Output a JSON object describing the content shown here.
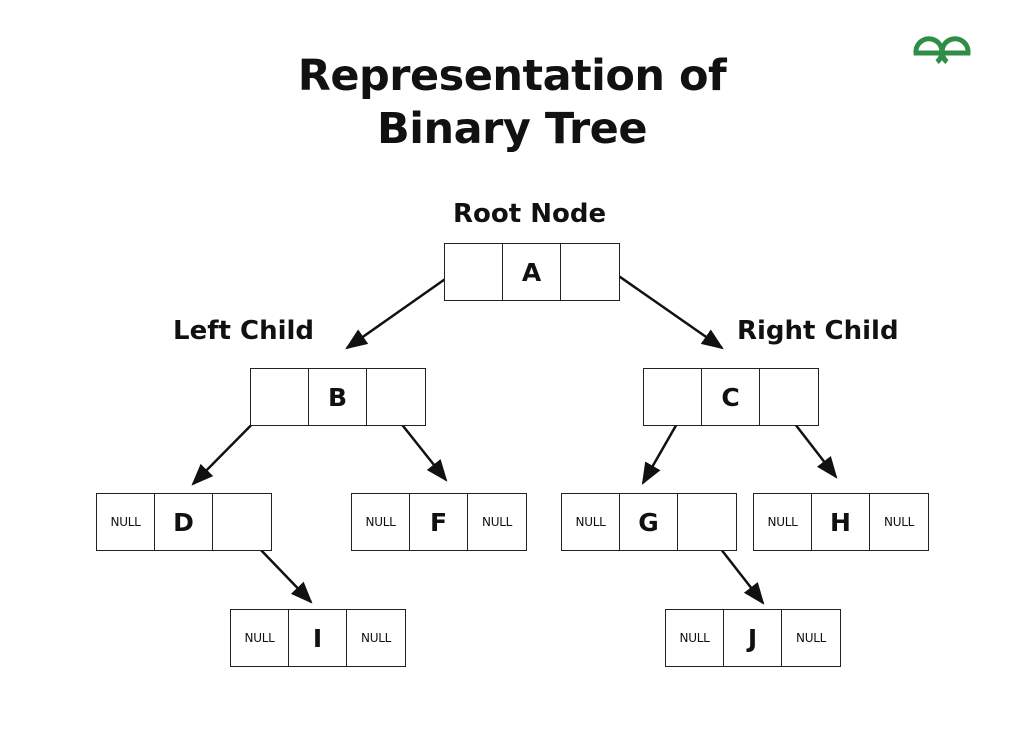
{
  "title": {
    "line1": "Representation of",
    "line2": "Binary Tree"
  },
  "logo": {
    "name": "geeksforgeeks-logo",
    "color": "#2f8d46"
  },
  "labels": {
    "root": "Root Node",
    "left": "Left Child",
    "right": "Right Child"
  },
  "nodes": {
    "A": {
      "left": "",
      "value": "A",
      "right": ""
    },
    "B": {
      "left": "",
      "value": "B",
      "right": ""
    },
    "C": {
      "left": "",
      "value": "C",
      "right": ""
    },
    "D": {
      "left": "NULL",
      "value": "D",
      "right": ""
    },
    "F": {
      "left": "NULL",
      "value": "F",
      "right": "NULL"
    },
    "G": {
      "left": "NULL",
      "value": "G",
      "right": ""
    },
    "H": {
      "left": "NULL",
      "value": "H",
      "right": "NULL"
    },
    "I": {
      "left": "NULL",
      "value": "I",
      "right": "NULL"
    },
    "J": {
      "left": "NULL",
      "value": "J",
      "right": "NULL"
    }
  },
  "edges": [
    {
      "from": "A",
      "to": "B"
    },
    {
      "from": "A",
      "to": "C"
    },
    {
      "from": "B",
      "to": "D"
    },
    {
      "from": "B",
      "to": "F"
    },
    {
      "from": "C",
      "to": "G"
    },
    {
      "from": "C",
      "to": "H"
    },
    {
      "from": "D",
      "to": "I"
    },
    {
      "from": "G",
      "to": "J"
    }
  ]
}
